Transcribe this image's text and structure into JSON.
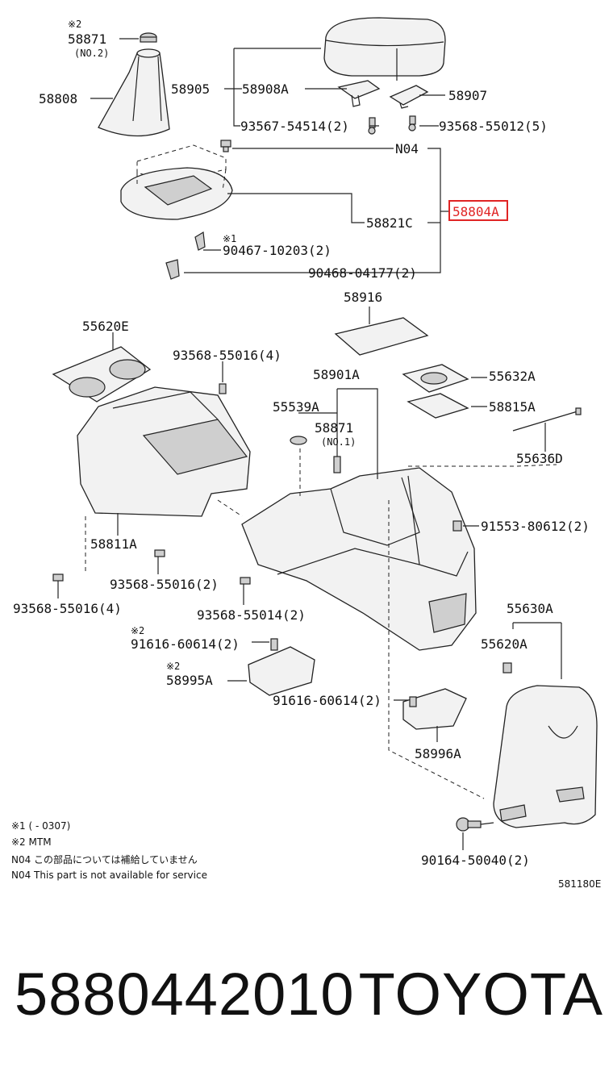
{
  "diagram": {
    "labels": {
      "p58871_top": "58871",
      "mark2_top": "※2",
      "no2": "(NO.2)",
      "p58808": "58808",
      "p58905": "58905",
      "p58908A": "58908A",
      "p58907": "58907",
      "p93567": "93567-54514(2)",
      "p93568_55012": "93568-55012(5)",
      "n04": "N04",
      "p58804A": "58804A",
      "p58821C": "58821C",
      "mark1": "※1",
      "p90467": "90467-10203(2)",
      "p90468": "90468-04177(2)",
      "p58916": "58916",
      "p55620E": "55620E",
      "p93568_55016_4a": "93568-55016(4)",
      "p58901A": "58901A",
      "p55632A": "55632A",
      "p55539A": "55539A",
      "p58871_mid": "58871",
      "no1": "(NO.1)",
      "p58815A": "58815A",
      "p55636D": "55636D",
      "p91553": "91553-80612(2)",
      "p58811A": "58811A",
      "p93568_55016_2": "93568-55016(2)",
      "p93568_55016_4b": "93568-55016(4)",
      "p93568_55014": "93568-55014(2)",
      "mark2_a": "※2",
      "p91616_a": "91616-60614(2)",
      "mark2_b": "※2",
      "p58995A": "58995A",
      "p91616_b": "91616-60614(2)",
      "p55630A": "55630A",
      "p55620A": "55620A",
      "p58996A": "58996A",
      "p90164": "90164-50040(2)",
      "code": "581180E"
    },
    "notes": {
      "n1": "※1 (      - 0307)",
      "n2": "※2 MTM",
      "n3": "N04 この部品については補給していません",
      "n4": "N04 This part is not available for service"
    },
    "highlight_color": "#e02424"
  },
  "footer": {
    "part_number": "5880442010",
    "brand": "TOYOTA"
  }
}
